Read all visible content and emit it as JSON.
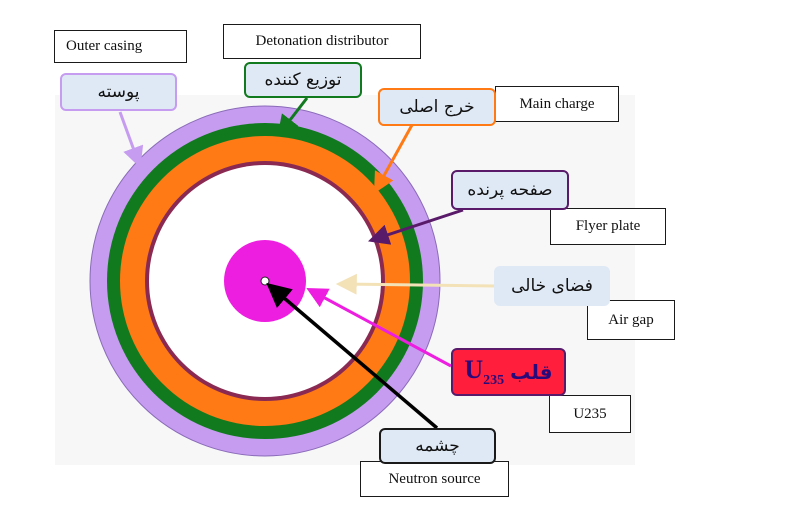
{
  "colors": {
    "outer_casing": "#c69cf0",
    "distributor": "#117a1f",
    "main_charge": "#ff7a14",
    "flyer_plate": "#8a2a52",
    "core": "#ee1ee0",
    "u235_box": "#ff1e3c",
    "u235_text": "#2a0a7a",
    "air_gap_arrow": "#f3e2b8",
    "label_bg": "#dfe9f5"
  },
  "labels": {
    "outer_casing_en": "Outer casing",
    "outer_casing_fa": "پوسته",
    "distributor_en": "Detonation distributor",
    "distributor_fa": "توزیع کننده",
    "main_charge_en": "Main charge",
    "main_charge_fa": "خرج اصلی",
    "flyer_plate_en": "Flyer plate",
    "flyer_plate_fa": "صفحه پرنده",
    "air_gap_en": "Air gap",
    "air_gap_fa": "فضای خالی",
    "u235_en": "U235",
    "u235_fa": "قلب",
    "u235_symbol": "U",
    "u235_mass": "235",
    "neutron_en": "Neutron source",
    "neutron_fa": "چشمه"
  }
}
